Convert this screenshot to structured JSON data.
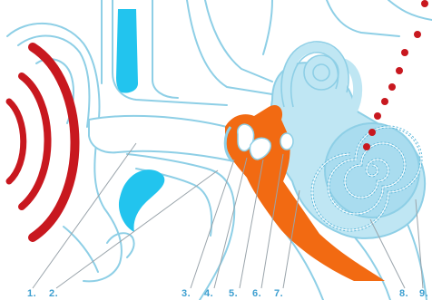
{
  "labels": [
    "1.",
    "2.",
    "3.",
    "4.",
    "5.",
    "6.",
    "7.",
    "8.",
    "9."
  ],
  "colors": {
    "outline": "#8ecfe6",
    "light_fill": "#bfe6f3",
    "cyan_fill": "#22c4ee",
    "orange": "#f26a12",
    "red_waves": "#c8181f",
    "label_text": "#3d9fd0",
    "leader_lines": "#9aa4ab"
  },
  "parts": {
    "sound_waves": "sound-waves",
    "auricle": "auricle",
    "ear_canal": "ear-canal",
    "eardrum": "eardrum",
    "ossicles": "ossicles",
    "eustachian_tube": "eustachian-tube",
    "semicircular_canals": "semicircular-canals",
    "cochlea": "cochlea",
    "auditory_nerve_signal": "auditory-nerve-signal"
  }
}
